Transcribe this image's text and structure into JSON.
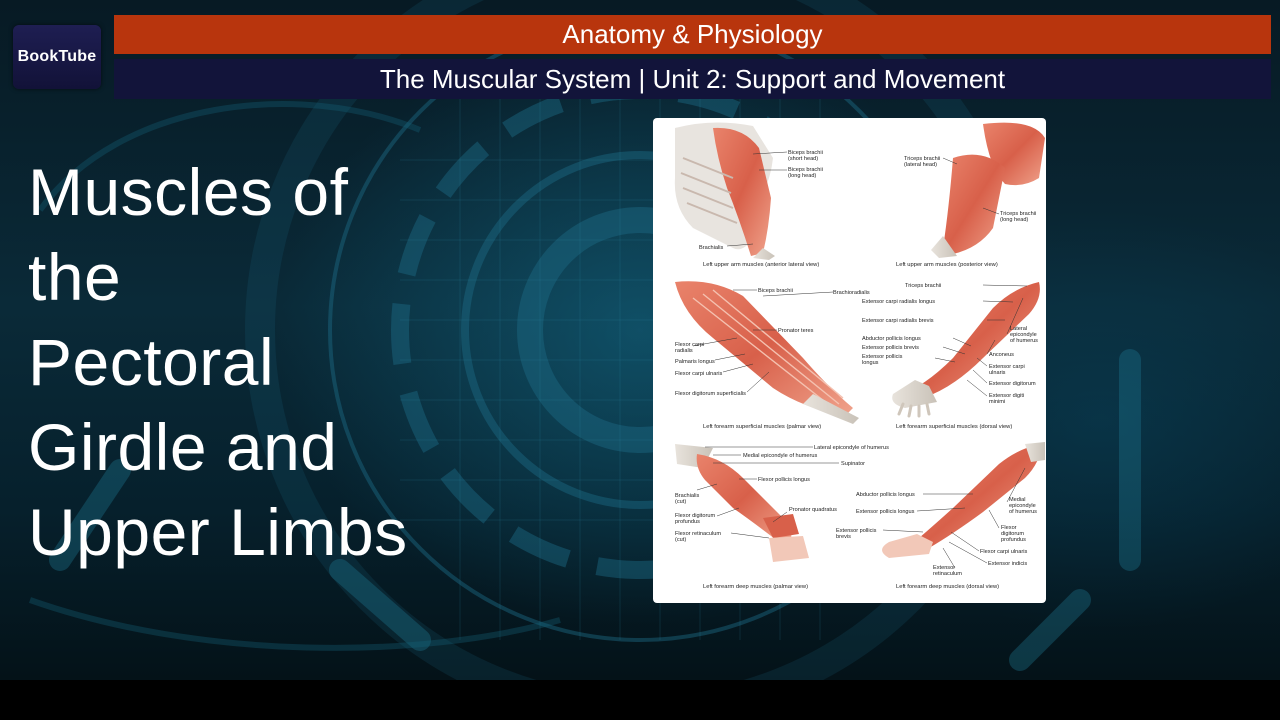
{
  "logo": {
    "text": "BookTube"
  },
  "header": {
    "course": "Anatomy & Physiology",
    "unit": "The Muscular System | Unit 2: Support and Movement"
  },
  "slide": {
    "title_lines": [
      "Muscles of",
      "the",
      "Pectoral",
      "Girdle and",
      "Upper Limbs"
    ]
  },
  "figure": {
    "panel_upper_arm_anterior": {
      "labels": [
        "Biceps brachii",
        "(short head)",
        "Biceps brachii",
        "(long head)",
        "Brachialis"
      ],
      "caption": "Left upper arm muscles (anterior lateral view)"
    },
    "panel_upper_arm_posterior": {
      "labels": [
        "Triceps brachii",
        "(lateral head)",
        "Triceps brachii",
        "(long head)"
      ],
      "caption": "Left upper arm muscles (posterior view)"
    },
    "panel_forearm_superficial_palmar": {
      "labels": [
        "Biceps brachii",
        "Brachioradialis",
        "Pronator teres",
        "Flexor carpi",
        "radialis",
        "Palmaris longus",
        "Flexor carpi ulnaris",
        "Flexor digitorum superficialis"
      ],
      "caption": "Left forearm superficial muscles (palmar view)"
    },
    "panel_forearm_superficial_dorsal": {
      "labels": [
        "Triceps brachii",
        "Extensor carpi radialis longus",
        "Extensor carpi radialis brevis",
        "Lateral",
        "epicondyle",
        "of humerus",
        "Abductor pollicis longus",
        "Extensor pollicis brevis",
        "Extensor pollicis",
        "longus",
        "Anconeus",
        "Extensor carpi",
        "ulnaris",
        "Extensor digitorum",
        "Extensor digiti",
        "minimi"
      ],
      "caption": "Left forearm superficial muscles (dorsal view)"
    },
    "panel_forearm_deep_palmar": {
      "labels": [
        "Lateral epicondyle of humerus",
        "Medial epicondyle of humerus",
        "Supinator",
        "Flexor pollicis longus",
        "Brachialis",
        "(cut)",
        "Pronator quadratus",
        "Flexor digitorum",
        "profundus",
        "Flexor retinaculum",
        "(cut)"
      ],
      "caption": "Left forearm deep muscles (palmar view)"
    },
    "panel_forearm_deep_dorsal": {
      "labels": [
        "Abductor pollicis longus",
        "Medial",
        "epicondyle",
        "of humerus",
        "Extensor pollicis longus",
        "Flexor",
        "digitorum",
        "profundus",
        "Extensor pollicis",
        "brevis",
        "Flexor carpi ulnaris",
        "Extensor indicis",
        "Extensor",
        "retinaculum"
      ],
      "caption": "Left forearm deep muscles (dorsal view)"
    }
  }
}
